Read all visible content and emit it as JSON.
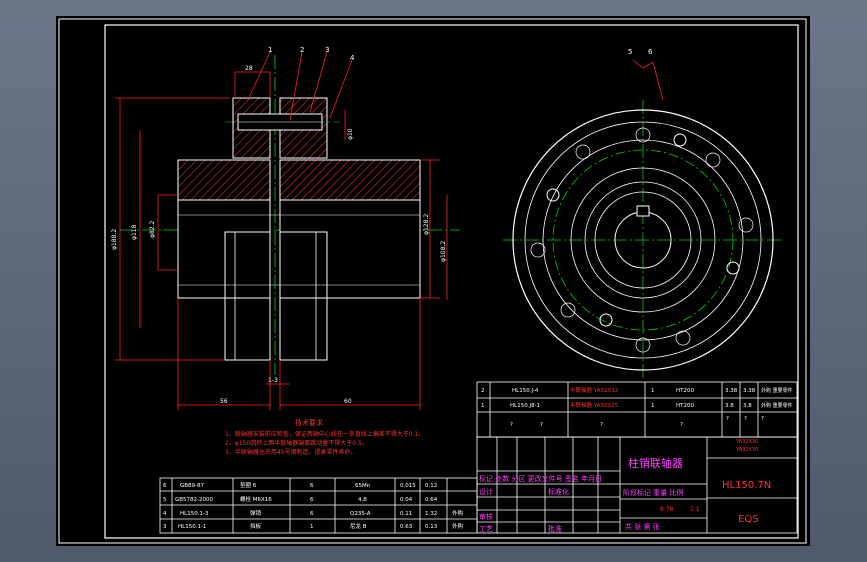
{
  "colors": {
    "background": "#000000",
    "frame": "#ffffff",
    "hatch": "#ff3b30",
    "center": "#00d000",
    "dim": "#ff2020",
    "text": "#ffff00",
    "magenta": "#ff40ff"
  },
  "part_numbers": [
    "1",
    "2",
    "3",
    "4",
    "5",
    "6"
  ],
  "dimensions": {
    "d_width_top": "28",
    "d_pin": "φ10",
    "d_outer": "φ188.2",
    "d_left1": "φ118",
    "d_left2": "φ82.2",
    "d_right1": "φ128.2",
    "d_right2": "φ108.2",
    "gap": "1-3",
    "left_bottom": "56",
    "right_bottom": "60"
  },
  "tech_req": {
    "title": "技术要求",
    "lines": [
      "1、联轴器安装前应检查，保证两轴中心线在一条直线上偏差不得大于0.1。",
      "   2、φ150回转上两半联轴器端面跳动量不得大于0.5。",
      "3、半联轴器允许用45号钢制造，提高零件寿命。"
    ]
  },
  "parts_list_bottom": [
    [
      "6",
      "GB89-87",
      "垫圈 6",
      "6",
      "65Mn",
      "0.015",
      "0.12"
    ],
    [
      "5",
      "GB5782-2000",
      "螺栓 M6X16",
      "6",
      "4.8",
      "0.04",
      "0.64"
    ],
    [
      "4",
      "HL150.1-3",
      "弹销",
      "6",
      "Q235-A",
      "0.11",
      "1.32",
      "外购"
    ],
    [
      "3",
      "HL150.1-1",
      "挡板",
      "1",
      "尼龙 B",
      "0.63",
      "0.13",
      "外购"
    ]
  ],
  "parts_list_top": [
    [
      "2",
      "HL150.J-4",
      "半联轴器 YA32X32",
      "1",
      "HT200",
      "3.38",
      "3.38",
      "外购 重要零件"
    ],
    [
      "1",
      "HL150.J8-1",
      "半联轴器 YA32X25",
      "1",
      "HT200",
      "3.8",
      "3.8",
      "外购 重要零件"
    ]
  ],
  "title_block": {
    "title": "柱销联轴器",
    "drawing_no": "HL150.7N",
    "material_hint1": "YA32X30",
    "material_hint2": "YA32X30",
    "company": "EQS",
    "row1": "标记 处数 分区 更改文件号 签名 年月日",
    "design": "设计",
    "standardize": "标准化",
    "stage_label": "阶段标记 重量 比例",
    "weight": "8.78",
    "scale": "1:1",
    "review": "审核",
    "process": "工艺",
    "approve": "批准",
    "sheets": "共 张 第 张",
    "qmark": "?"
  }
}
